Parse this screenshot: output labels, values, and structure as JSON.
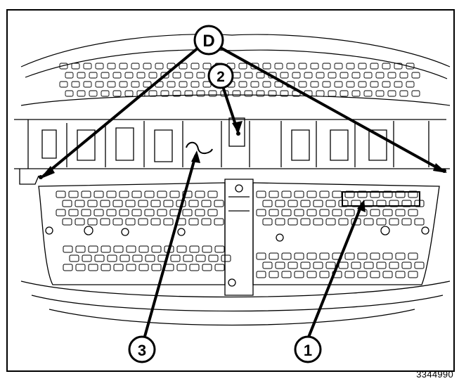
{
  "callouts": {
    "d": "D",
    "two": "2",
    "three": "3",
    "one": "1"
  },
  "figure_id": "3344990",
  "colors": {
    "line": "#000000",
    "background": "#ffffff"
  }
}
